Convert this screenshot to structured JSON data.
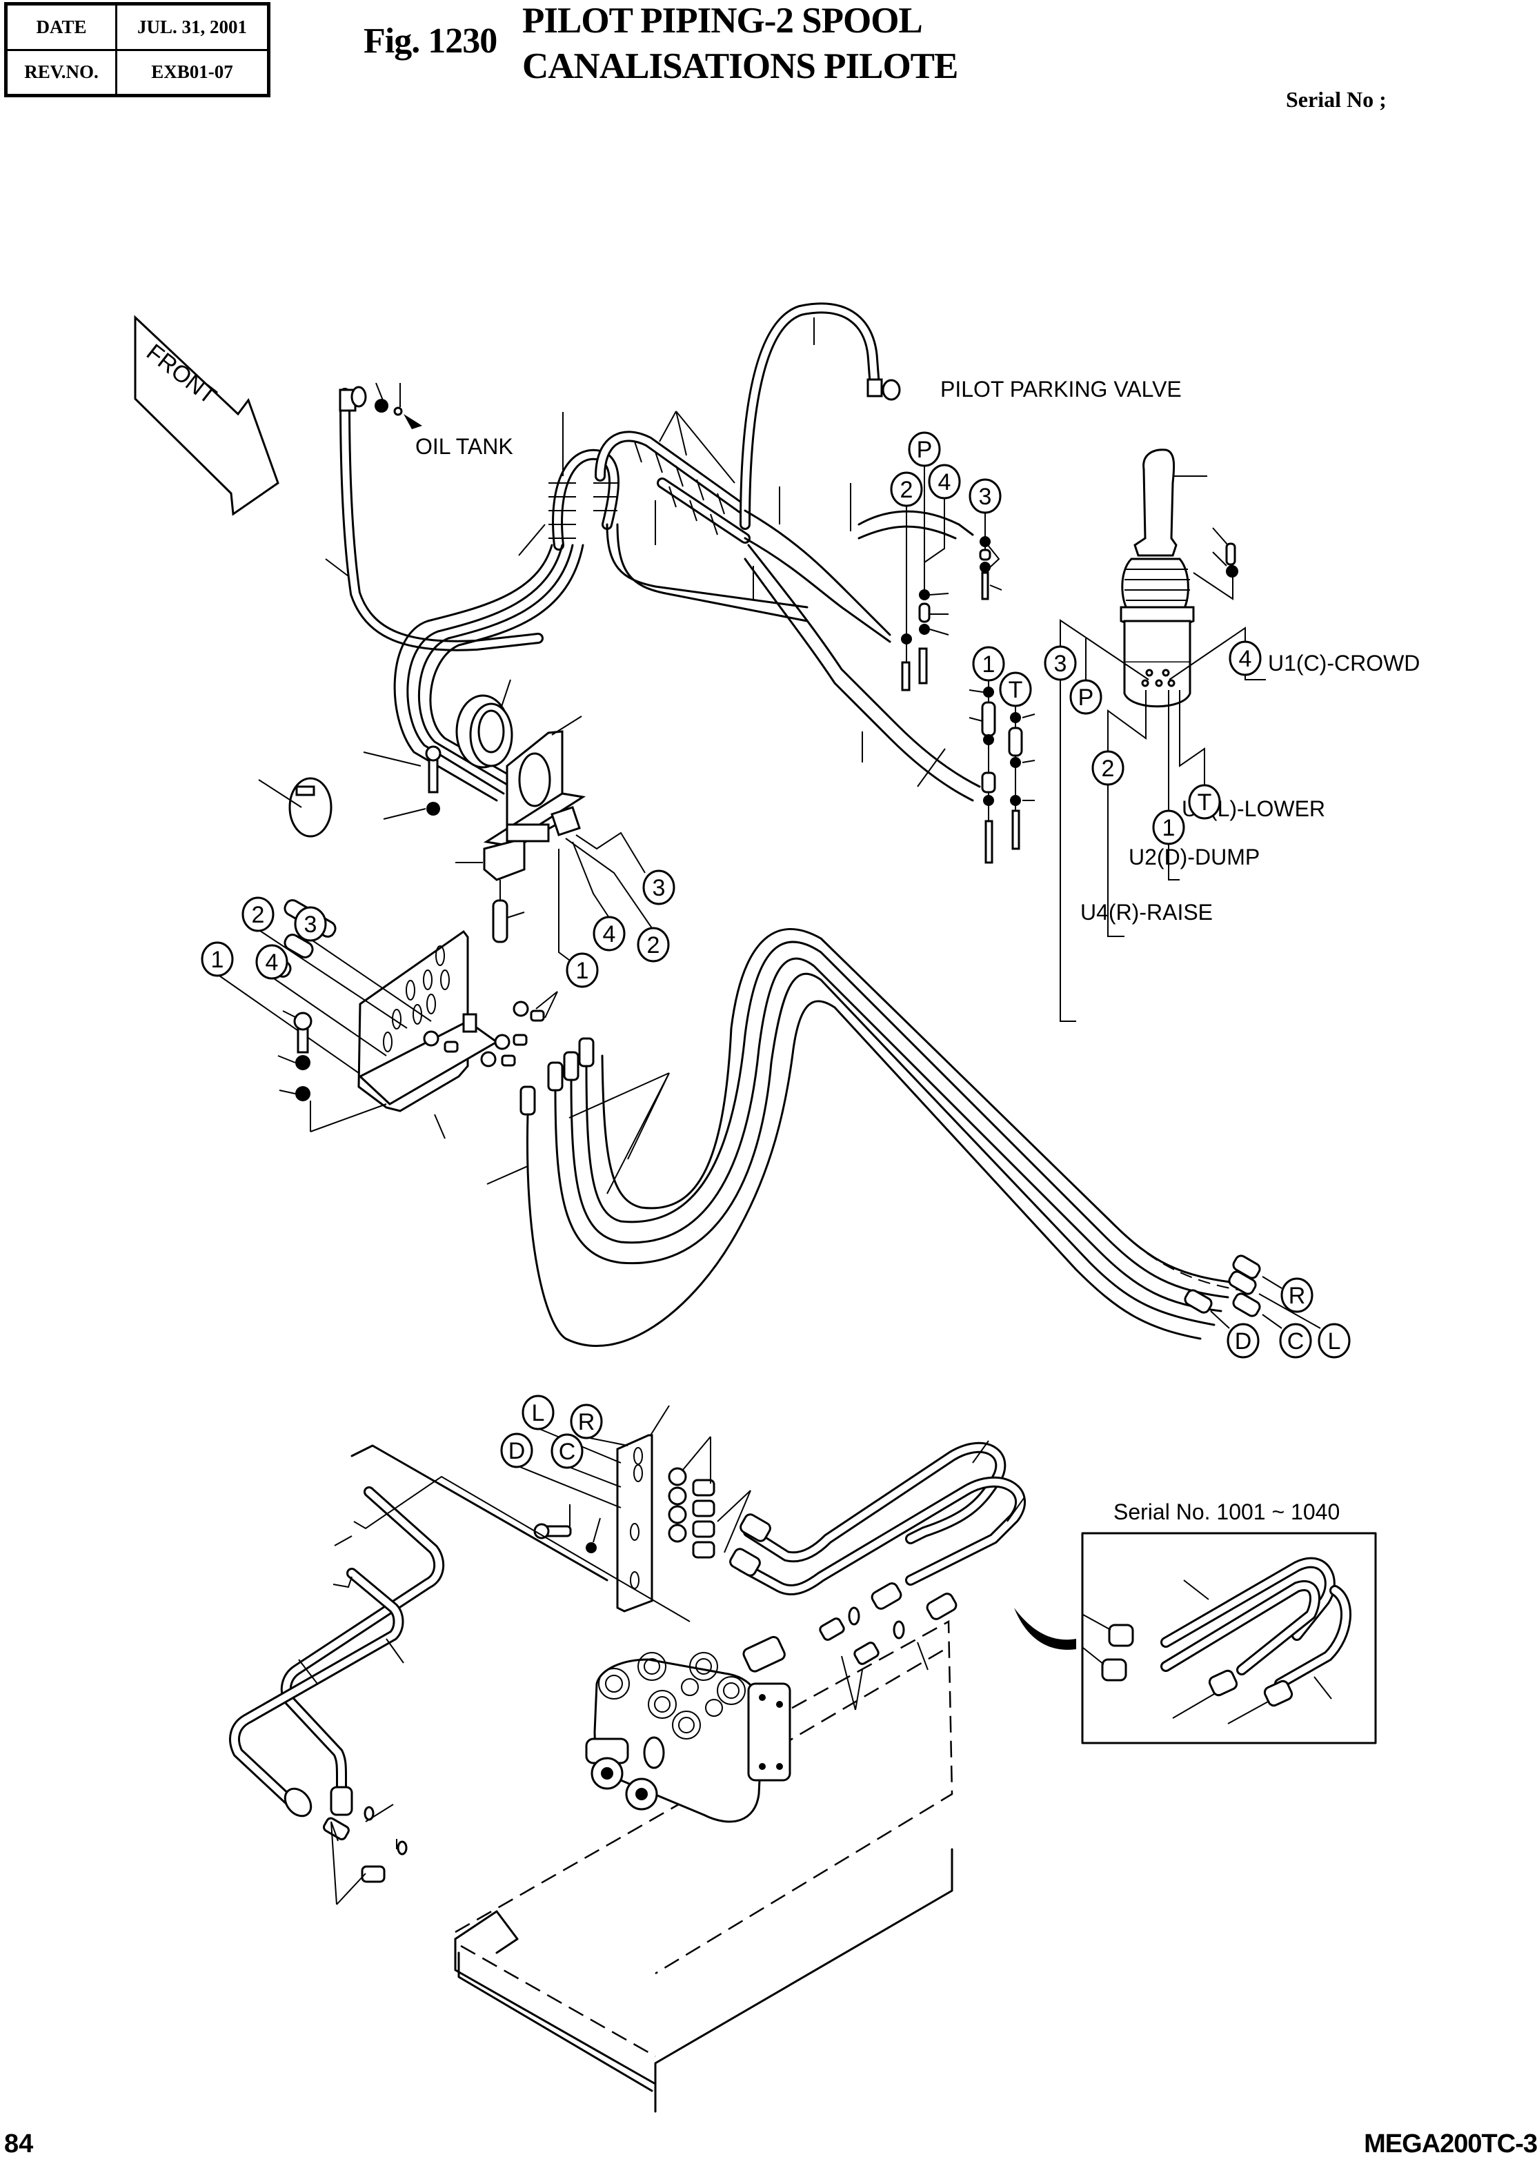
{
  "header": {
    "date_label": "DATE",
    "date_value": "JUL. 31, 2001",
    "rev_label": "REV.NO.",
    "rev_value": "EXB01-07",
    "fig_number": "Fig. 1230",
    "title_en": "PILOT PIPING-2 SPOOL",
    "title_fr": "CANALISATIONS PILOTE",
    "serial_label": "Serial No ;"
  },
  "diagram": {
    "front_arrow_label": "FRONT",
    "labels": {
      "oil_tank": "OIL TANK",
      "pilot_parking_valve": "PILOT PARKING VALVE",
      "crowd": "U1(C)-CROWD",
      "lower": "U3(L)-LOWER",
      "dump": "U2(D)-DUMP",
      "raise": "U4(R)-RAISE",
      "inset_serial": "Serial No. 1001 ~ 1040"
    },
    "callouts": {
      "parking_valve": [
        "P",
        "2",
        "4",
        "3",
        "1",
        "T"
      ],
      "joystick": [
        "3",
        "P",
        "4",
        "2",
        "1",
        "T"
      ],
      "block_right": [
        "3",
        "4",
        "2",
        "1"
      ],
      "block_left": [
        "2",
        "3",
        "1",
        "4"
      ],
      "hose_ends": [
        "R",
        "D",
        "C",
        "L"
      ],
      "valve_bracket": [
        "L",
        "R",
        "D",
        "C"
      ]
    }
  },
  "footer": {
    "page_number": "84",
    "model": "MEGA200TC-3"
  }
}
